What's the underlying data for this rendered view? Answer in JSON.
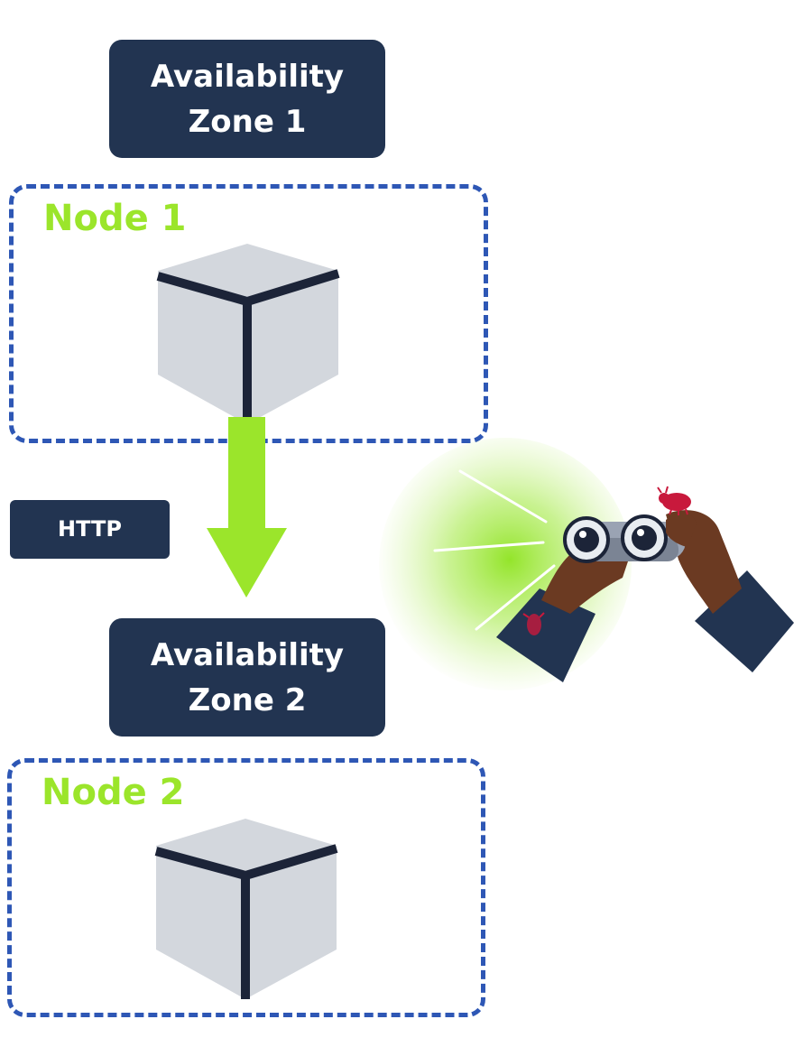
{
  "zones": [
    {
      "line1": "Availability",
      "line2": "Zone 1"
    },
    {
      "line1": "Availability",
      "line2": "Zone 2"
    }
  ],
  "nodes": [
    {
      "title": "Node 1"
    },
    {
      "title": "Node 2"
    }
  ],
  "connection": {
    "label": "HTTP"
  },
  "colors": {
    "label_background": "#223451",
    "node_border": "#2e57b5",
    "node_title": "#9be52b",
    "arrow": "#9be52b",
    "cube_face": "#d3d7dd",
    "cube_edge": "#1c2438"
  },
  "icons": [
    "server-cube-icon",
    "down-arrow-icon",
    "binoculars-observer-icon",
    "bug-icon"
  ]
}
